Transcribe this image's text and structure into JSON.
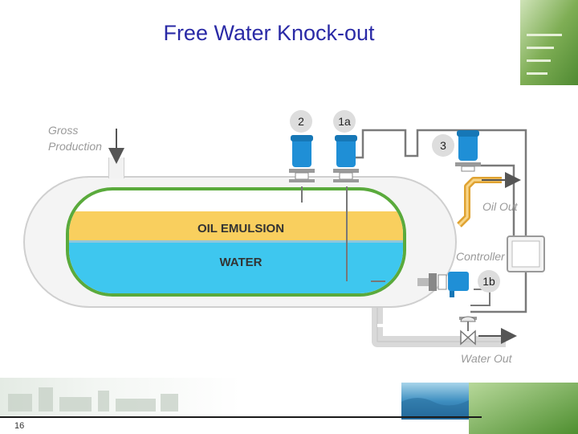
{
  "slide": {
    "title": "Free Water Knock-out",
    "number": "16"
  },
  "diagram": {
    "labels": {
      "gross_production_line1": "Gross",
      "gross_production_line2": "Production",
      "oil_out": "Oil Out",
      "controller": "Controller",
      "water_out": "Water Out"
    },
    "layers": {
      "oil": "OIL EMULSION",
      "water": "WATER"
    },
    "instruments": {
      "i2": "2",
      "i1a": "1a",
      "i3": "3",
      "i1b": "1b"
    }
  },
  "colors": {
    "title": "#2a2aa6",
    "oil": "#f9cf5e",
    "water": "#3ec7ef",
    "vessel_lining": "#5aaa3c",
    "instrument": "#1f8fd6",
    "badge": "#dddddd",
    "pipe_oil": "#e0a332"
  }
}
